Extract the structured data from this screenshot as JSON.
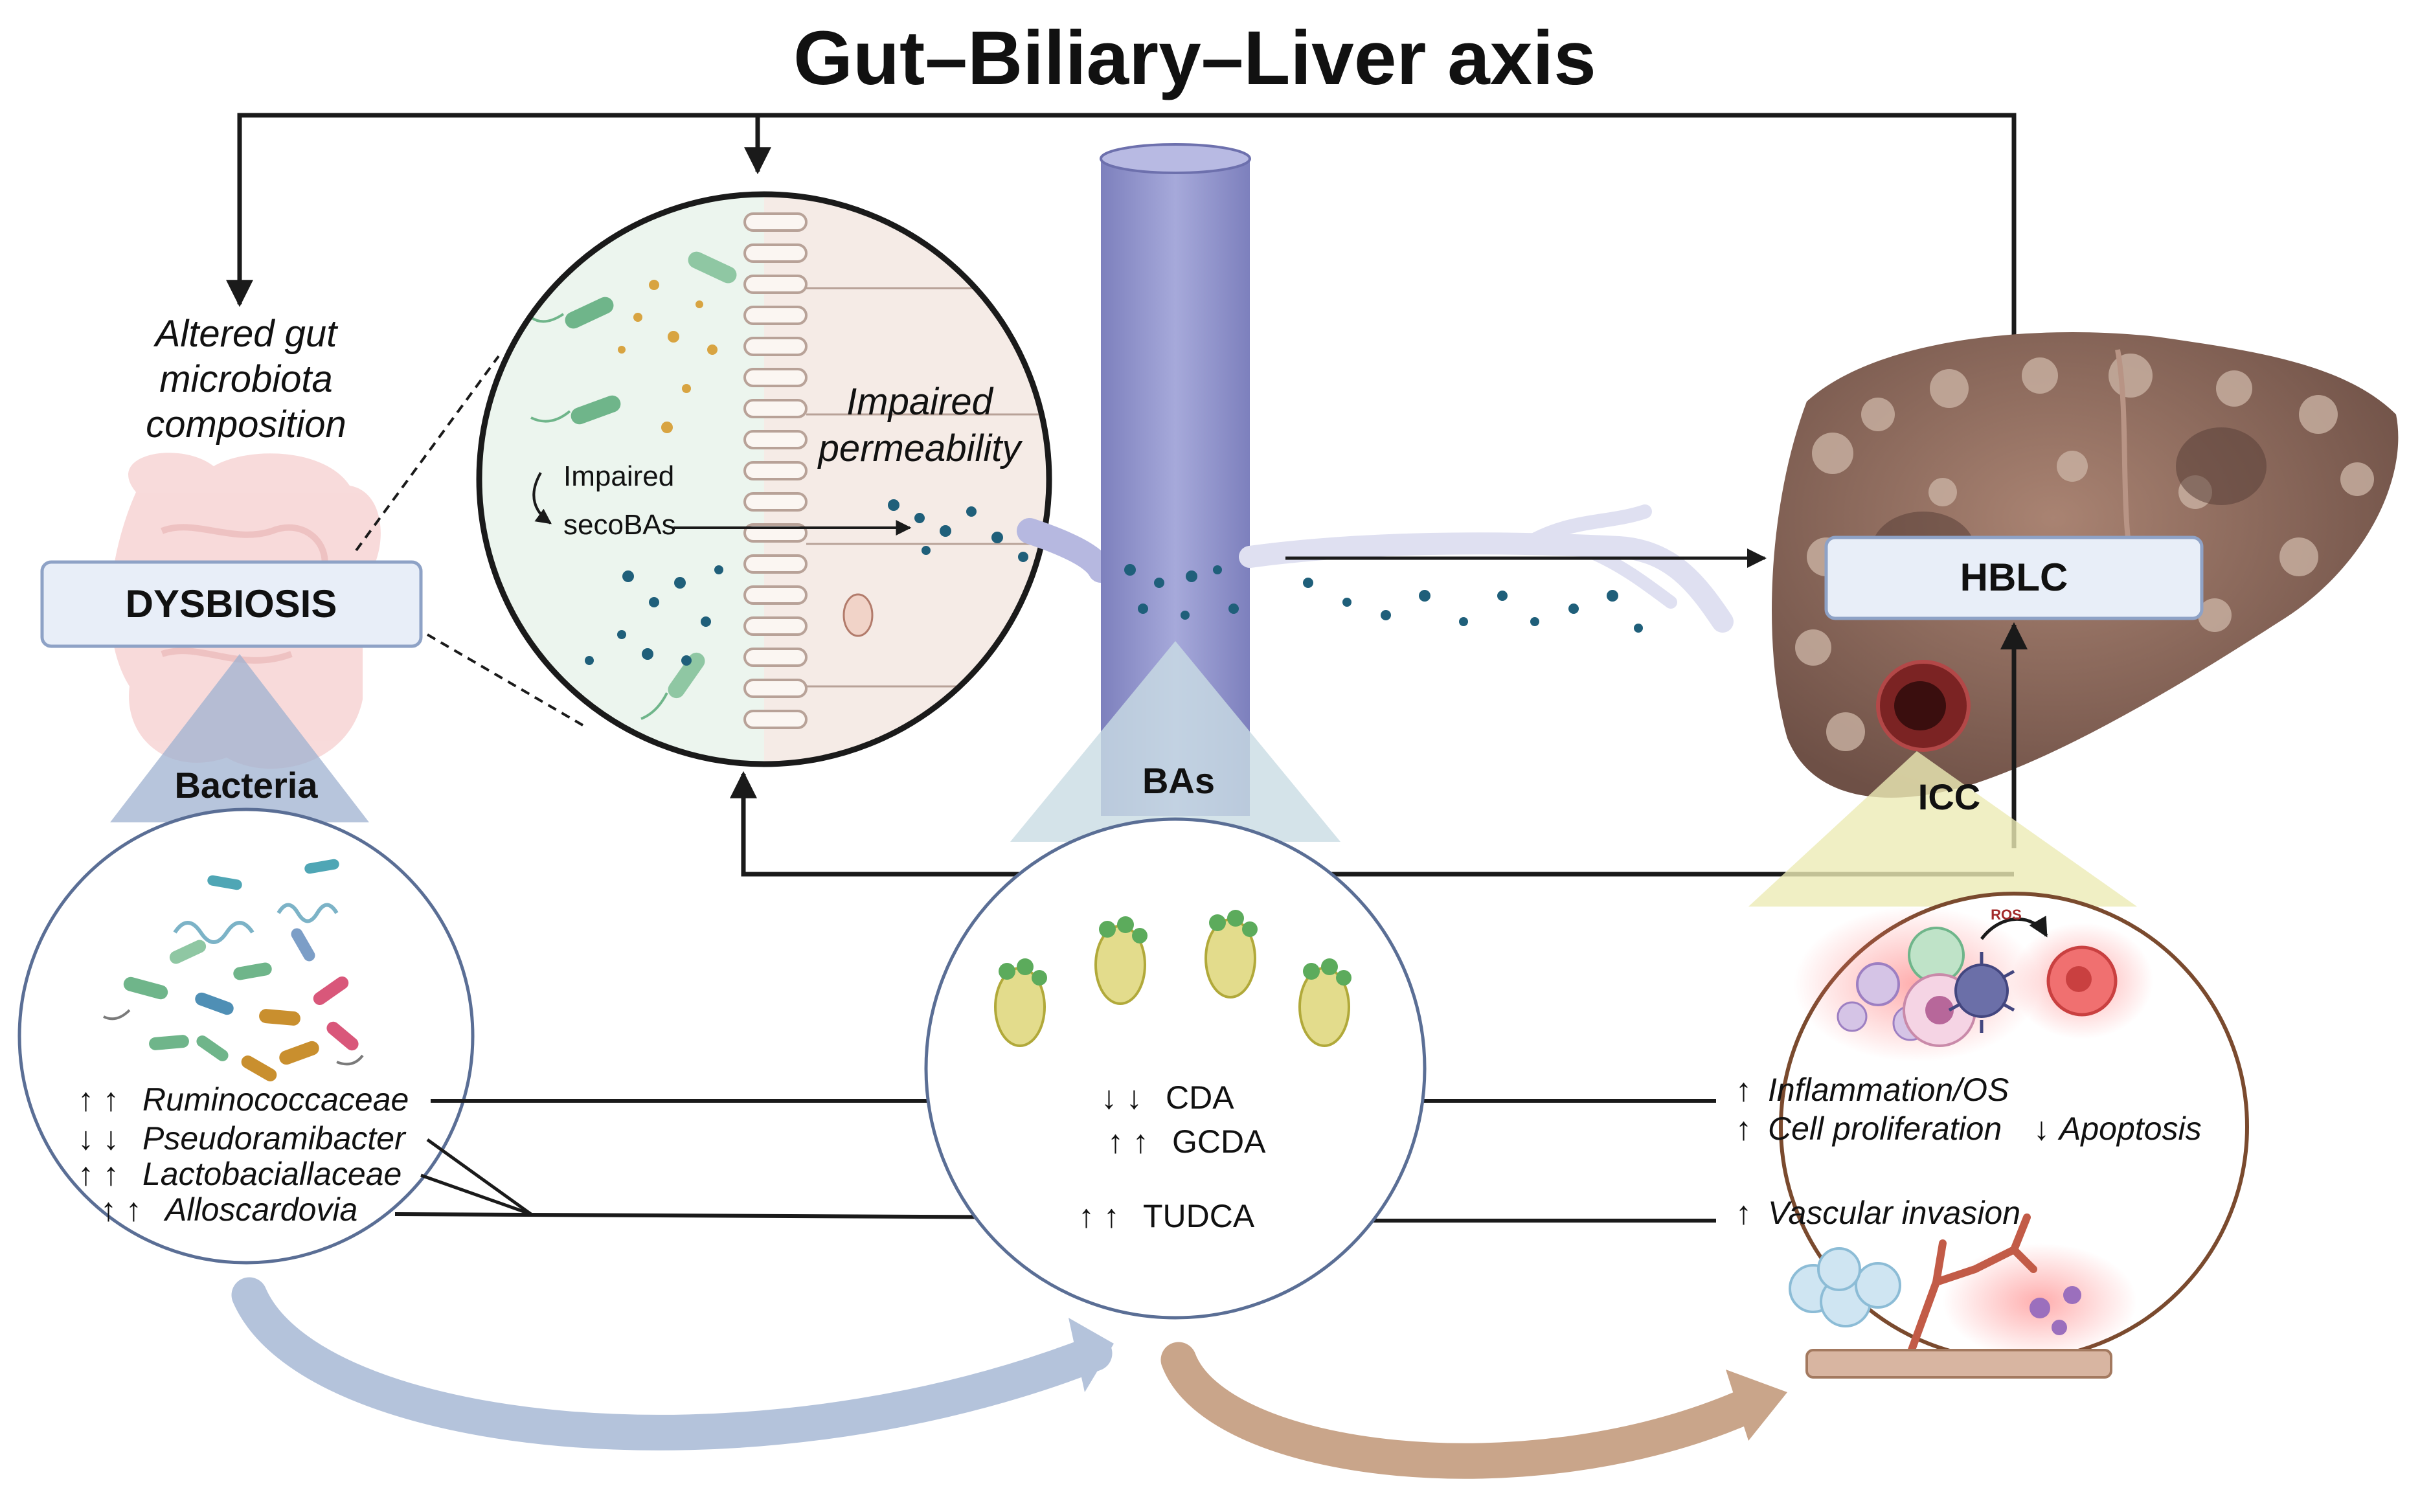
{
  "title": "Gut–Biliary–Liver axis",
  "gut": {
    "note_lines": [
      "Altered gut",
      "microbiota",
      "composition"
    ],
    "box_label": "DYSBIOSIS",
    "bacteria_label": "Bacteria",
    "bacteria_list": [
      {
        "arrows": "↑ ↑",
        "name": "Ruminococcaceae"
      },
      {
        "arrows": "↓ ↓",
        "name": "Pseudoramibacter"
      },
      {
        "arrows": "↑ ↑",
        "name": "Lactobaciallaceae"
      },
      {
        "arrows": "↑ ↑",
        "name": "Alloscardovia"
      }
    ]
  },
  "intestine": {
    "impaired_label": "Impaired",
    "secobas_label": "secoBAs",
    "permeability_lines": [
      "Impaired",
      "permeability"
    ]
  },
  "bile": {
    "label": "BAs",
    "list": [
      {
        "arrows": "↓ ↓",
        "name": "CDA"
      },
      {
        "arrows": "↑ ↑",
        "name": "GCDA"
      },
      {
        "arrows": "↑ ↑",
        "name": "TUDCA"
      }
    ]
  },
  "liver": {
    "box_label": "HBLC",
    "icc_label": "ICC",
    "ros_label": "ROS",
    "effects": [
      {
        "arrows": "↑",
        "text": "Inflammation/OS"
      },
      {
        "arrows": "↑",
        "text": "Cell proliferation"
      },
      {
        "arrows": "↓",
        "text": "Apoptosis"
      },
      {
        "arrows": "↑",
        "text": "Vascular invasion"
      }
    ]
  },
  "colors": {
    "line": "#1a1a1a",
    "box_fill": "#e8eef8",
    "box_stroke": "#8ea2c6",
    "duct": "#8f93c9",
    "gut_arrow": "#b4c3db",
    "liver_arrow": "#c9a58a",
    "liver_tissue": "#8b6a5c",
    "circle_gut": "#5a6e95",
    "circle_liver": "#7a4a2e",
    "dots": "#1f5f7a",
    "bacteria_green": "#6fb58a"
  }
}
